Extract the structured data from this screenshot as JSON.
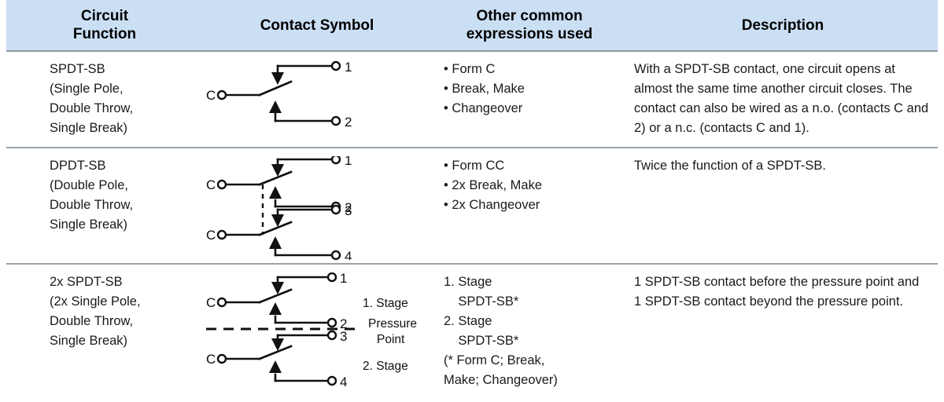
{
  "table": {
    "headers": [
      {
        "id": "circuit-function",
        "label": "Circuit\nFunction"
      },
      {
        "id": "contact-symbol",
        "label": "Contact Symbol"
      },
      {
        "id": "other-expressions",
        "label": "Other common\nexpressions used"
      },
      {
        "id": "description",
        "label": "Description"
      }
    ],
    "colors": {
      "header_bg": "#cbdff4",
      "header_border": "#8e9aa4",
      "row_divider": "#9aa3ac",
      "text": "#1a1a1a",
      "symbol_stroke": "#111111",
      "page_bg": "#ffffff"
    },
    "rows": [
      {
        "id": "spdt-sb",
        "function": {
          "name": "SPDT-SB",
          "lines": [
            "SPDT-SB",
            "(Single Pole,",
            "Double Throw,",
            "Single Break)"
          ]
        },
        "symbol": {
          "type": "spdt-single-break",
          "terminals": [
            "C",
            "1",
            "2"
          ],
          "poles": 1,
          "labels": []
        },
        "expressions": [
          "• Form C",
          "• Break, Make",
          "• Changeover"
        ],
        "description": "With a SPDT-SB contact, one circuit opens at almost the same time another circuit closes. The contact can also be wired as a n.o. (contacts C and 2) or a n.c. (contacts C and 1)."
      },
      {
        "id": "dpdt-sb",
        "function": {
          "name": "DPDT-SB",
          "lines": [
            "DPDT-SB",
            "(Double Pole,",
            "Double Throw,",
            "Single Break)"
          ]
        },
        "symbol": {
          "type": "dpdt-single-break",
          "terminals": [
            "C",
            "1",
            "2",
            "C",
            "3",
            "4"
          ],
          "poles": 2,
          "labels": []
        },
        "expressions": [
          "• Form CC",
          "• 2x Break, Make",
          "• 2x Changeover"
        ],
        "description": "Twice the function of a SPDT-SB."
      },
      {
        "id": "2x-spdt-sb",
        "function": {
          "name": "2x SPDT-SB",
          "lines": [
            "2x SPDT-SB",
            "(2x Single Pole,",
            "Double Throw,",
            "Single Break)"
          ]
        },
        "symbol": {
          "type": "two-stage-spdt",
          "terminals": [
            "C",
            "1",
            "2",
            "C",
            "3",
            "4"
          ],
          "poles": 2,
          "labels": [
            "1. Stage",
            "Pressure",
            "Point",
            "2. Stage"
          ]
        },
        "expressions": [
          "1. Stage",
          "    SPDT-SB*",
          "2. Stage",
          "    SPDT-SB*",
          "(* Form C; Break,",
          "Make; Changeover)"
        ],
        "description": "1 SPDT-SB contact before the pressure point and 1 SPDT-SB contact beyond the pressure point."
      }
    ]
  }
}
